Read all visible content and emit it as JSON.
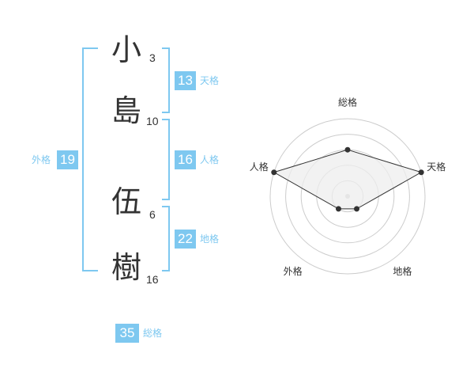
{
  "name": {
    "characters": [
      {
        "char": "小",
        "strokes": "3"
      },
      {
        "char": "島",
        "strokes": "10"
      },
      {
        "char": "伍",
        "strokes": "6"
      },
      {
        "char": "樹",
        "strokes": "16"
      }
    ]
  },
  "fortune": {
    "tenkaku": {
      "value": "13",
      "label": "天格"
    },
    "jinkaku": {
      "value": "16",
      "label": "人格"
    },
    "chikaku": {
      "value": "22",
      "label": "地格"
    },
    "gaikaku": {
      "value": "19",
      "label": "外格"
    },
    "soukaku": {
      "value": "35",
      "label": "総格"
    }
  },
  "colors": {
    "accent": "#7ec8f0",
    "text": "#333333",
    "ring": "#cccccc",
    "fill": "#eeeeee"
  },
  "chart_data": {
    "type": "radar",
    "axes": [
      "総格",
      "天格",
      "地格",
      "外格",
      "人格"
    ],
    "values": [
      3,
      5,
      1,
      1,
      5
    ],
    "rlim": [
      0,
      5
    ],
    "rings": 5
  }
}
